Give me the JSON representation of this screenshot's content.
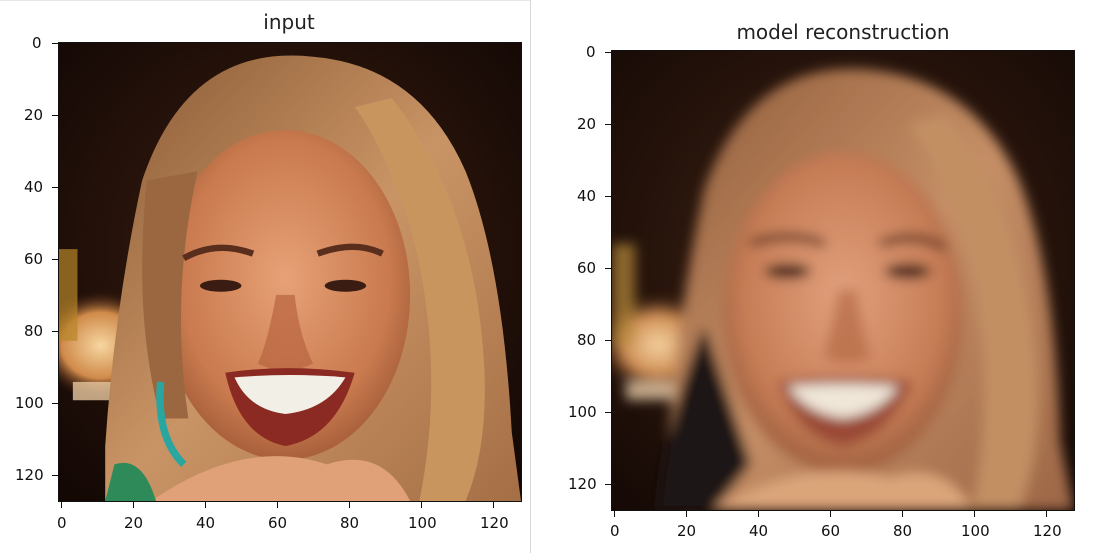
{
  "panels": [
    {
      "title": "input",
      "x_ticks": [
        "0",
        "20",
        "40",
        "60",
        "80",
        "100",
        "120"
      ],
      "y_ticks": [
        "0",
        "20",
        "40",
        "60",
        "80",
        "100",
        "120"
      ],
      "image_desc": "face"
    },
    {
      "title": "model reconstruction",
      "x_ticks": [
        "0",
        "20",
        "40",
        "60",
        "80",
        "100",
        "120"
      ],
      "y_ticks": [
        "0",
        "20",
        "40",
        "60",
        "80",
        "100",
        "120"
      ],
      "image_desc": "face"
    }
  ],
  "colors": {
    "background": "#1b0d08",
    "hair": "#b57a4a",
    "skin": "#d98a5c",
    "teeth": "#f2efe6",
    "earring": "#2aa6a0",
    "lamp": "#f3c27f"
  }
}
